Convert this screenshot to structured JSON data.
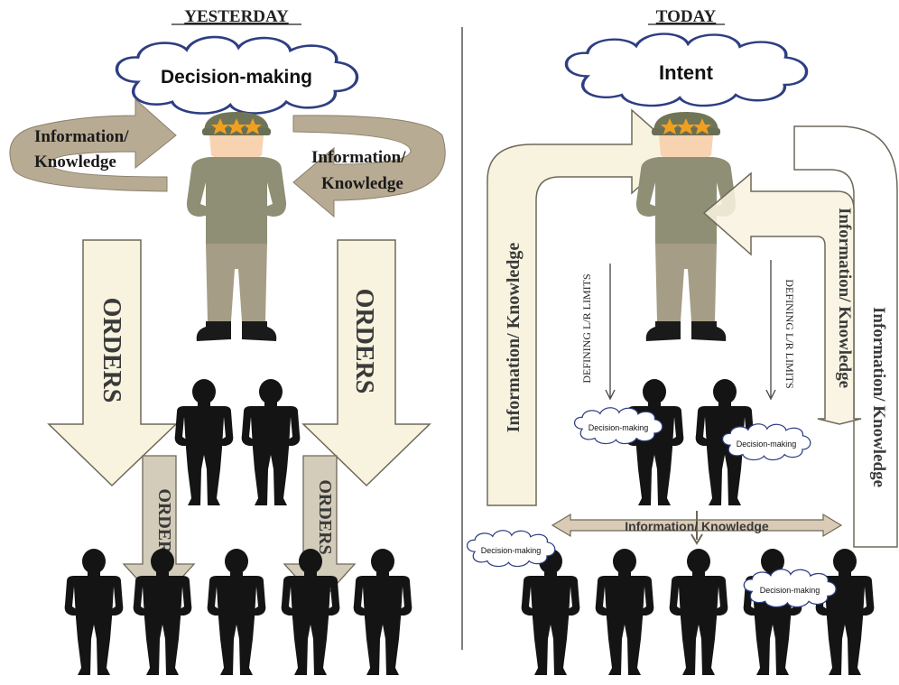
{
  "left_panel": {
    "heading": "YESTERDAY",
    "cloud_label": "Decision-making",
    "circular_arrow_left_label": "Information/ Knowledge",
    "circular_arrow_right_label": "Information/ Knowledge",
    "big_arrow_left_label": "ORDERS",
    "big_arrow_right_label": "ORDERS",
    "small_arrow_left_label": "ORDERS",
    "small_arrow_right_label": "ORDERS"
  },
  "right_panel": {
    "heading": "TODAY",
    "cloud_label": "Intent",
    "bent_arrow_left_label": "Information/ Knowledge",
    "bent_arrow_right_label": "Information/ Knowledge",
    "outer_right_arrow_label": "Information/ Knowledge",
    "limits_left_label": "DEFINING L/R LIMITS",
    "limits_right_label": "DEFINING L/R LIMITS",
    "horizontal_arrow_label": "Information/ Knowledge",
    "subordinate_clouds": [
      "Decision-making",
      "Decision-making",
      "Decision-making",
      "Decision-making"
    ]
  },
  "colors": {
    "arrow_tan": "#b8ab93",
    "arrow_cream": "#f8f3df",
    "arrow_outline": "#6e6858",
    "uniform": "#8e8f74",
    "trousers": "#a59d86",
    "helmet": "#717557",
    "star": "#f0a020",
    "skin": "#f7d3b2",
    "boots": "#1a1a1a",
    "silhouette": "#141414",
    "cloud_stroke": "#2e3e82"
  },
  "icons": [
    "cloud-icon",
    "commander-icon",
    "soldier-silhouette-icon",
    "star-icon"
  ]
}
